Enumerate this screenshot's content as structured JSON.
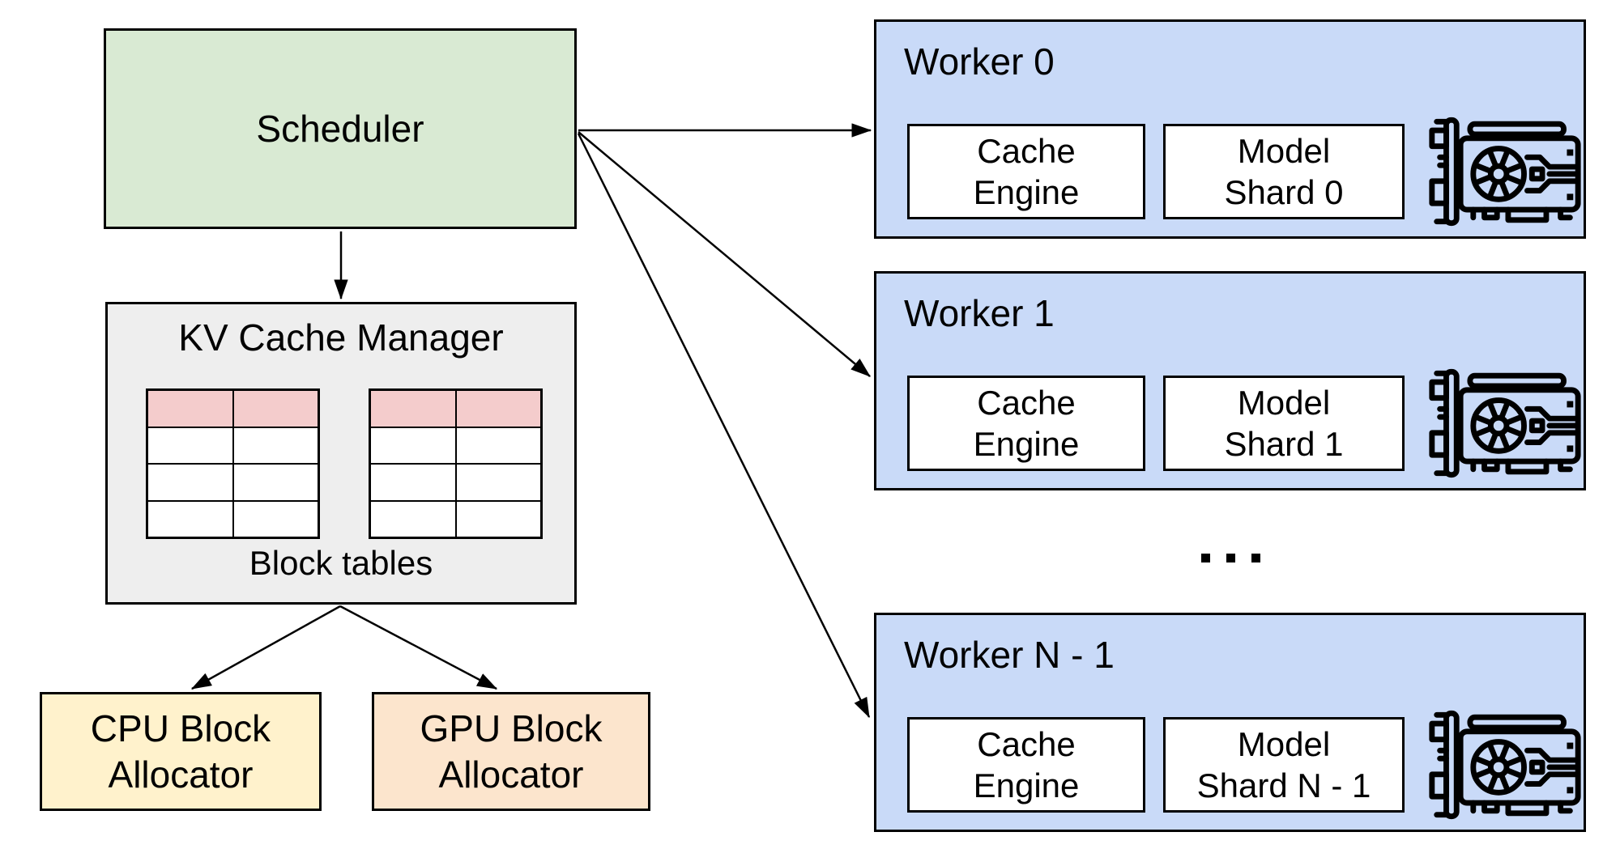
{
  "colors": {
    "scheduler_green": "#d9ead3",
    "kv_gray": "#eeeeee",
    "table_pink": "#f4cccc",
    "cpu_yellow": "#fff2cc",
    "gpu_orange": "#fce5cd",
    "worker_blue": "#c9daf8",
    "line_black": "#000000"
  },
  "scheduler": {
    "label": "Scheduler"
  },
  "kv_cache_manager": {
    "title": "KV Cache Manager",
    "caption": "Block tables",
    "tables": [
      {
        "rows": 4,
        "cols": 2,
        "highlighted_row": 1
      },
      {
        "rows": 4,
        "cols": 2,
        "highlighted_row": 1
      }
    ]
  },
  "allocators": [
    {
      "lines": [
        "CPU Block",
        "Allocator"
      ]
    },
    {
      "lines": [
        "GPU Block",
        "Allocator"
      ]
    }
  ],
  "workers": [
    {
      "title": "Worker 0",
      "cache_engine_lines": [
        "Cache",
        "Engine"
      ],
      "model_shard_lines": [
        "Model",
        "Shard 0"
      ]
    },
    {
      "title": "Worker 1",
      "cache_engine_lines": [
        "Cache",
        "Engine"
      ],
      "model_shard_lines": [
        "Model",
        "Shard 1"
      ]
    },
    {
      "title": "Worker N - 1",
      "cache_engine_lines": [
        "Cache",
        "Engine"
      ],
      "model_shard_lines": [
        "Model",
        "Shard N - 1"
      ]
    }
  ],
  "workers_ellipsis": "..."
}
